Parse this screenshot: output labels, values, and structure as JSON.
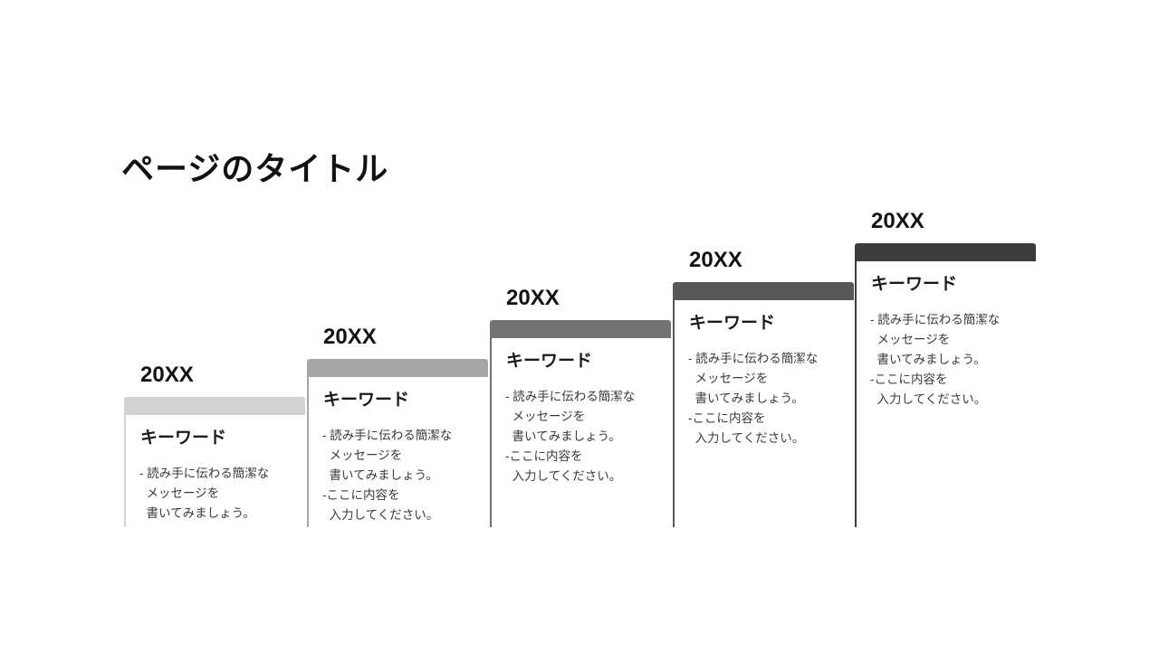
{
  "slide": {
    "title": "ページのタイトル"
  },
  "steps": [
    {
      "year": "20XX",
      "keyword": "キーワード",
      "bar_color": "#d2d2d2",
      "lines": [
        "- 読み手に伝わる簡潔な",
        "  メッセージを",
        "  書いてみましょう。"
      ]
    },
    {
      "year": "20XX",
      "keyword": "キーワード",
      "bar_color": "#a6a6a6",
      "lines": [
        "- 読み手に伝わる簡潔な",
        "  メッセージを",
        "  書いてみましょう。",
        "-ここに内容を",
        "  入力してください。"
      ]
    },
    {
      "year": "20XX",
      "keyword": "キーワード",
      "bar_color": "#737373",
      "lines": [
        "- 読み手に伝わる簡潔な",
        "  メッセージを",
        "  書いてみましょう。",
        "-ここに内容を",
        "  入力してください。"
      ]
    },
    {
      "year": "20XX",
      "keyword": "キーワード",
      "bar_color": "#575757",
      "lines": [
        "- 読み手に伝わる簡潔な",
        "  メッセージを",
        "  書いてみましょう。",
        "-ここに内容を",
        "  入力してください。"
      ]
    },
    {
      "year": "20XX",
      "keyword": "キーワード",
      "bar_color": "#3d3d3d",
      "lines": [
        "- 読み手に伝わる簡潔な",
        "  メッセージを",
        "  書いてみましょう。",
        "-ここに内容を",
        "  入力してください。"
      ]
    }
  ]
}
